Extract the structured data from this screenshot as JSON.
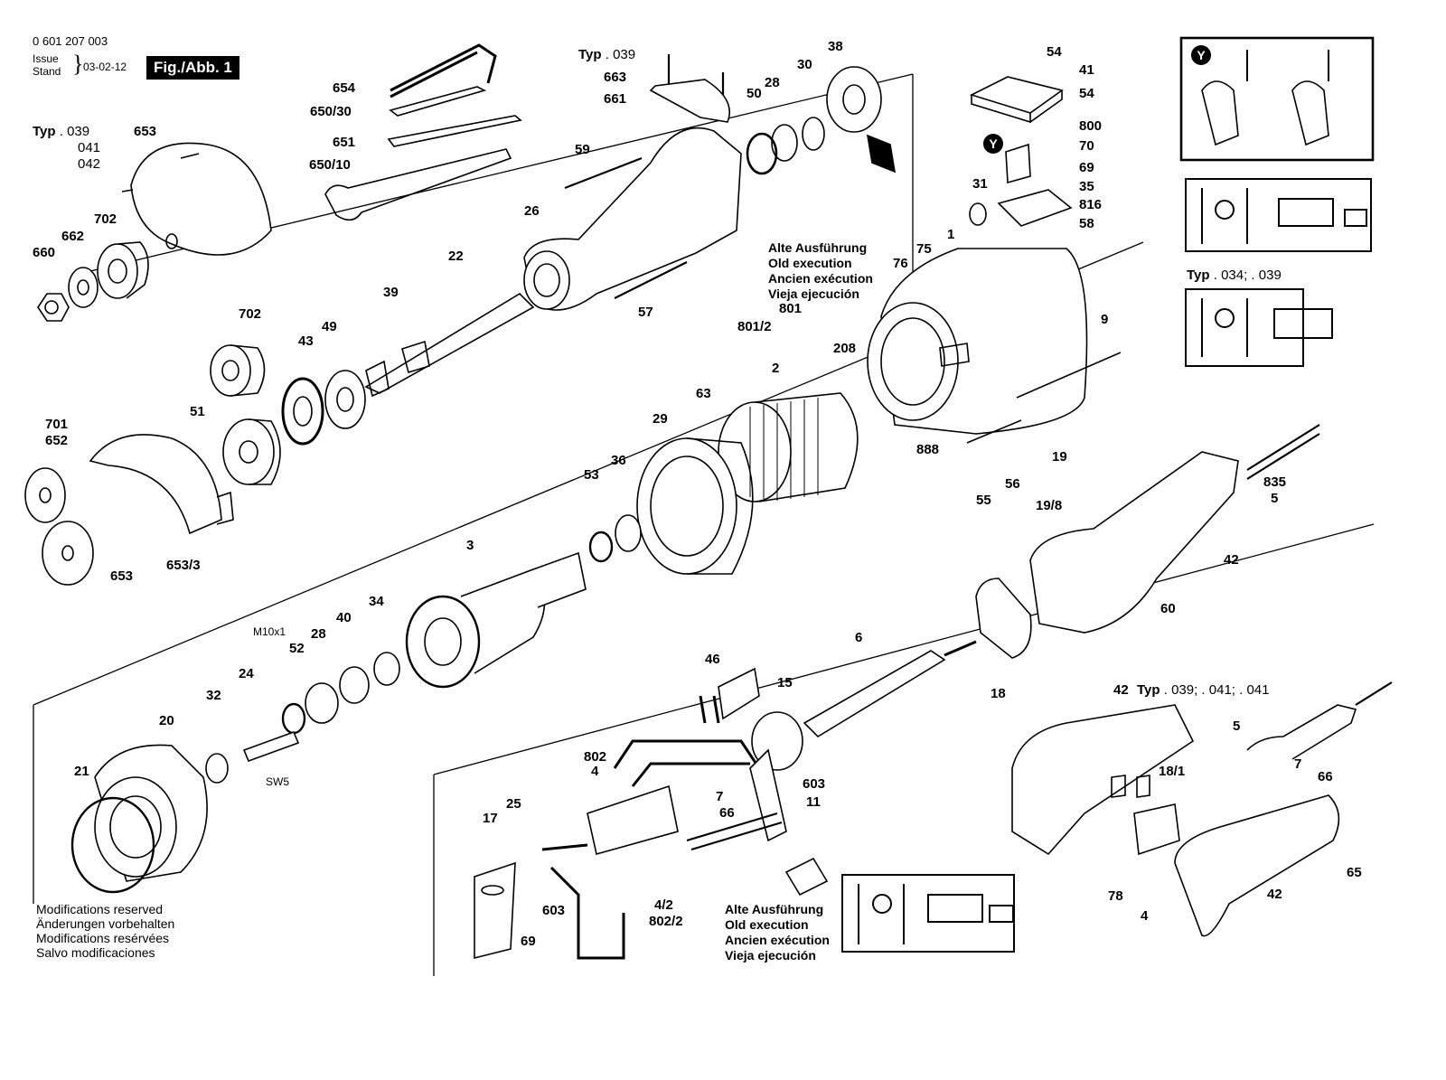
{
  "header": {
    "part_number": "0 601 207 003",
    "issue_label": "Issue",
    "stand_label": "Stand",
    "date": "03-02-12",
    "figure": "Fig./Abb. 1"
  },
  "variants": {
    "top_left": {
      "prefix": "Typ",
      "codes": [
        ". 039",
        "041",
        "042"
      ]
    },
    "top_center": {
      "prefix": "Typ",
      "code": ". 039"
    },
    "schematic_right": {
      "prefix": "Typ",
      "code": ". 034; . 039"
    },
    "handle_right": {
      "prefix": "Typ",
      "code": ". 039; . 041; . 041"
    }
  },
  "old_execution": [
    "Alte Ausführung",
    "Old execution",
    "Ancien exécution",
    "Vieja ejecución"
  ],
  "modifications": [
    "Modifications reserved",
    "Änderungen vorbehalten",
    "Modifications resérvées",
    "Salvo modificaciones"
  ],
  "badge": "Y",
  "small_labels": {
    "thread": "M10x1",
    "wrench_size": "SW5"
  },
  "parts": [
    {
      "id": "p654",
      "label": "654"
    },
    {
      "id": "p650_30",
      "label": "650/30"
    },
    {
      "id": "p651",
      "label": "651"
    },
    {
      "id": "p650_10",
      "label": "650/10"
    },
    {
      "id": "p653a",
      "label": "653"
    },
    {
      "id": "p702a",
      "label": "702"
    },
    {
      "id": "p662",
      "label": "662"
    },
    {
      "id": "p660",
      "label": "660"
    },
    {
      "id": "p663",
      "label": "663"
    },
    {
      "id": "p661",
      "label": "661"
    },
    {
      "id": "p59",
      "label": "59"
    },
    {
      "id": "p50",
      "label": "50"
    },
    {
      "id": "p28a",
      "label": "28"
    },
    {
      "id": "p30",
      "label": "30"
    },
    {
      "id": "p38",
      "label": "38"
    },
    {
      "id": "p26",
      "label": "26"
    },
    {
      "id": "p22",
      "label": "22"
    },
    {
      "id": "p57",
      "label": "57"
    },
    {
      "id": "p39",
      "label": "39"
    },
    {
      "id": "p702b",
      "label": "702"
    },
    {
      "id": "p43",
      "label": "43"
    },
    {
      "id": "p49",
      "label": "49"
    },
    {
      "id": "p701",
      "label": "701"
    },
    {
      "id": "p652",
      "label": "652"
    },
    {
      "id": "p51",
      "label": "51"
    },
    {
      "id": "p653b",
      "label": "653"
    },
    {
      "id": "p653_3",
      "label": "653/3"
    },
    {
      "id": "p54a",
      "label": "54"
    },
    {
      "id": "p41",
      "label": "41"
    },
    {
      "id": "p54b",
      "label": "54"
    },
    {
      "id": "p800",
      "label": "800"
    },
    {
      "id": "p70",
      "label": "70"
    },
    {
      "id": "p69a",
      "label": "69"
    },
    {
      "id": "p35",
      "label": "35"
    },
    {
      "id": "p816",
      "label": "816"
    },
    {
      "id": "p58",
      "label": "58"
    },
    {
      "id": "p31",
      "label": "31"
    },
    {
      "id": "p1",
      "label": "1"
    },
    {
      "id": "p75",
      "label": "75"
    },
    {
      "id": "p76",
      "label": "76"
    },
    {
      "id": "p801",
      "label": "801"
    },
    {
      "id": "p801_2",
      "label": "801/2"
    },
    {
      "id": "p2",
      "label": "2"
    },
    {
      "id": "p208",
      "label": "208"
    },
    {
      "id": "p9",
      "label": "9"
    },
    {
      "id": "p888",
      "label": "888"
    },
    {
      "id": "p63",
      "label": "63"
    },
    {
      "id": "p29",
      "label": "29"
    },
    {
      "id": "p53",
      "label": "53"
    },
    {
      "id": "p36",
      "label": "36"
    },
    {
      "id": "p3",
      "label": "3"
    },
    {
      "id": "p19",
      "label": "19"
    },
    {
      "id": "p19_8",
      "label": "19/8"
    },
    {
      "id": "p56",
      "label": "56"
    },
    {
      "id": "p55",
      "label": "55"
    },
    {
      "id": "p835",
      "label": "835"
    },
    {
      "id": "p5a",
      "label": "5"
    },
    {
      "id": "p42a",
      "label": "42"
    },
    {
      "id": "p60",
      "label": "60"
    },
    {
      "id": "p34",
      "label": "34"
    },
    {
      "id": "p40",
      "label": "40"
    },
    {
      "id": "p28b",
      "label": "28"
    },
    {
      "id": "p52",
      "label": "52"
    },
    {
      "id": "p24",
      "label": "24"
    },
    {
      "id": "p32",
      "label": "32"
    },
    {
      "id": "p20",
      "label": "20"
    },
    {
      "id": "p21",
      "label": "21"
    },
    {
      "id": "p6",
      "label": "6"
    },
    {
      "id": "p18",
      "label": "18"
    },
    {
      "id": "p46",
      "label": "46"
    },
    {
      "id": "p15",
      "label": "15"
    },
    {
      "id": "p802a",
      "label": "802"
    },
    {
      "id": "p4a",
      "label": "4"
    },
    {
      "id": "p7a",
      "label": "7"
    },
    {
      "id": "p66a",
      "label": "66"
    },
    {
      "id": "p603a",
      "label": "603"
    },
    {
      "id": "p11",
      "label": "11"
    },
    {
      "id": "p17",
      "label": "17"
    },
    {
      "id": "p25",
      "label": "25"
    },
    {
      "id": "p603b",
      "label": "603"
    },
    {
      "id": "p69b",
      "label": "69"
    },
    {
      "id": "p4_2",
      "label": "4/2"
    },
    {
      "id": "p802_2",
      "label": "802/2"
    },
    {
      "id": "p42b",
      "label": "42"
    },
    {
      "id": "p5b",
      "label": "5"
    },
    {
      "id": "p18_1",
      "label": "18/1"
    },
    {
      "id": "p7b",
      "label": "7"
    },
    {
      "id": "p66b",
      "label": "66"
    },
    {
      "id": "p65",
      "label": "65"
    },
    {
      "id": "p78",
      "label": "78"
    },
    {
      "id": "p4b",
      "label": "4"
    },
    {
      "id": "p42c",
      "label": "42"
    }
  ]
}
